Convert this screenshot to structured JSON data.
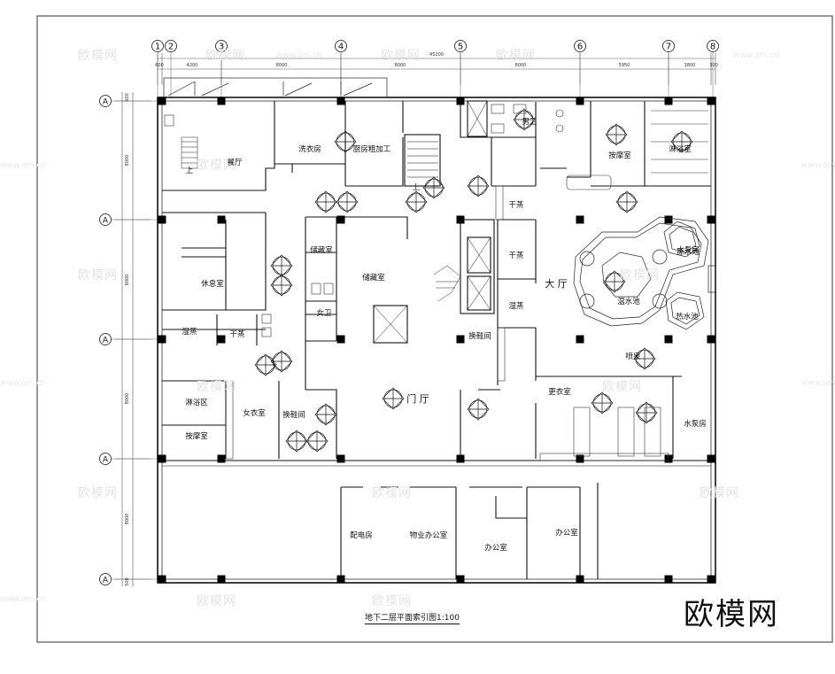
{
  "brand": {
    "logo_text": "欧模网",
    "watermark_text": "欧模网",
    "watermark_url": "www.om.cn"
  },
  "drawing": {
    "title": "地下二层平面索引图1:100",
    "column_labels": [
      "1",
      "2",
      "3",
      "4",
      "5",
      "6",
      "7",
      "8"
    ],
    "row_label": "A",
    "dimensions_top": {
      "overall": "45200",
      "spans": [
        "4200",
        "8000",
        "8000",
        "8000",
        "5950",
        "3800"
      ],
      "first": "600",
      "last": "300"
    },
    "dimensions_left": {
      "top_edge": "600",
      "spans": [
        "8000",
        "8000",
        "8000",
        "8000"
      ],
      "bottom_edge": "500"
    }
  },
  "rooms": [
    {
      "id": "restaurant",
      "label": "餐厅"
    },
    {
      "id": "laundry",
      "label": "洗衣房"
    },
    {
      "id": "kitchen",
      "label": "厨房粗加工"
    },
    {
      "id": "mens-wc",
      "label": "男卫"
    },
    {
      "id": "massage-1",
      "label": "按摩室"
    },
    {
      "id": "shower-room",
      "label": "淋浴室"
    },
    {
      "id": "dry-steam-1",
      "label": "干蒸"
    },
    {
      "id": "water-pump",
      "label": "水泵房"
    },
    {
      "id": "lounge",
      "label": "休息室"
    },
    {
      "id": "storage",
      "label": "储藏室"
    },
    {
      "id": "dry-steam-2",
      "label": "干蒸"
    },
    {
      "id": "hall",
      "label": "大 厅"
    },
    {
      "id": "cold-pool",
      "label": "凉水池"
    },
    {
      "id": "warm-pool",
      "label": "温水池"
    },
    {
      "id": "hot-pool",
      "label": "热水池"
    },
    {
      "id": "wet-steam-1",
      "label": "湿蒸"
    },
    {
      "id": "wet-steam-2",
      "label": "湿蒸"
    },
    {
      "id": "dry-steam-3",
      "label": "干蒸"
    },
    {
      "id": "womens-wc",
      "label": "女卫"
    },
    {
      "id": "storage-2",
      "label": "储藏室"
    },
    {
      "id": "changing-1",
      "label": "换鞋间"
    },
    {
      "id": "shower-area",
      "label": "淋浴区"
    },
    {
      "id": "massage-2",
      "label": "按摩室"
    },
    {
      "id": "womens-locker",
      "label": "女衣室"
    },
    {
      "id": "shoe-room",
      "label": "换鞋间"
    },
    {
      "id": "foyer",
      "label": "门 厅"
    },
    {
      "id": "mens-locker",
      "label": "更衣室"
    },
    {
      "id": "water-pump-2",
      "label": "水泵房"
    },
    {
      "id": "distribution",
      "label": "配电房"
    },
    {
      "id": "property-office",
      "label": "物业办公室"
    },
    {
      "id": "office-1",
      "label": "办公室"
    },
    {
      "id": "office-2",
      "label": "办公室"
    },
    {
      "id": "stair-mark",
      "label": "上"
    },
    {
      "id": "stair-mark-2",
      "label": "上"
    },
    {
      "id": "pool-fountain",
      "label": "喷泉"
    }
  ]
}
